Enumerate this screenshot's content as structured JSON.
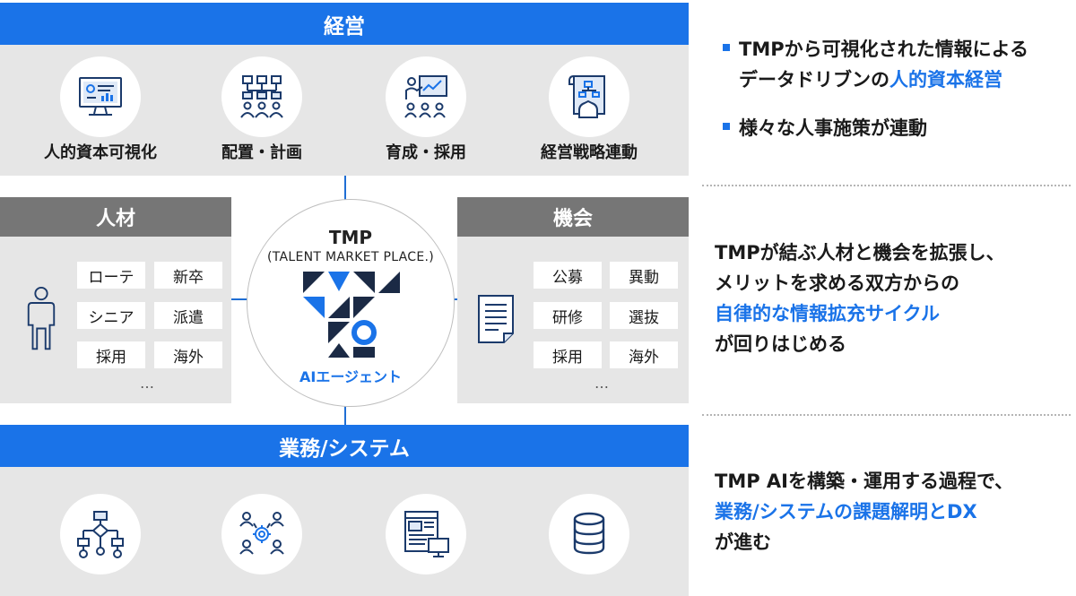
{
  "top": {
    "title": "経営",
    "items": [
      {
        "label": "人的資本可視化",
        "icon": "dashboard-monitor-icon"
      },
      {
        "label": "配置・計画",
        "icon": "org-chart-icon"
      },
      {
        "label": "育成・採用",
        "icon": "presentation-training-icon"
      },
      {
        "label": "経営戦略連動",
        "icon": "strategy-document-icon"
      }
    ]
  },
  "left": {
    "title": "人材",
    "tags": [
      "ローテ",
      "新卒",
      "シニア",
      "派遣",
      "採用",
      "海外"
    ],
    "more": "…",
    "icon": "person-icon"
  },
  "right_panel": {
    "title": "機会",
    "tags": [
      "公募",
      "異動",
      "研修",
      "選抜",
      "採用",
      "海外"
    ],
    "more": "…",
    "icon": "document-icon"
  },
  "center": {
    "title": "TMP",
    "subtitle": "(TALENT MARKET PLACE.)",
    "agent_label": "AIエージェント"
  },
  "bottom": {
    "title": "業務/システム",
    "items": [
      {
        "icon": "flowchart-icon"
      },
      {
        "icon": "team-settings-icon"
      },
      {
        "icon": "web-app-icon"
      },
      {
        "icon": "database-icon"
      }
    ]
  },
  "side_text": {
    "block1": {
      "b1_line1": "TMPから可視化された情報による",
      "b1_line2_plain": "データドリブンの",
      "b1_line2_hl": "人的資本経営",
      "b2": "様々な人事施策が連動"
    },
    "block2": {
      "line1": "TMPが結ぶ人材と機会を拡張し、",
      "line2": "メリットを求める双方からの",
      "line3_hl": "自律的な情報拡充サイクル",
      "line4": "が回りはじめる"
    },
    "block3": {
      "line1": "TMP AIを構築・運用する過程で、",
      "line2_hl": "業務/システムの課題解明とDX",
      "line3": "が進む"
    }
  },
  "colors": {
    "accent": "#1a73e8",
    "panel_gray": "#e6e6e6",
    "header_gray": "#767676",
    "logo_navy": "#1b2a45"
  }
}
